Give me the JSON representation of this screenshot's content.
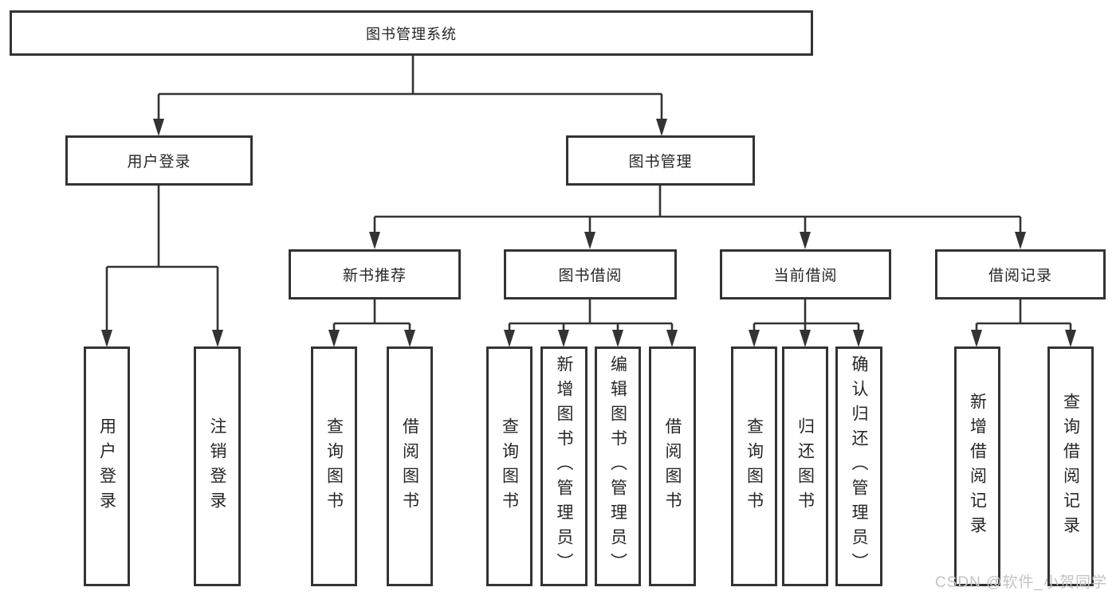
{
  "watermark": {
    "text": "CSDN @软件_小贺同学"
  },
  "tree": {
    "label": "图书管理系统",
    "children": [
      {
        "label": "用户登录",
        "children": [
          {
            "label": "用户登录"
          },
          {
            "label": "注销登录"
          }
        ]
      },
      {
        "label": "图书管理",
        "children": [
          {
            "label": "新书推荐",
            "children": [
              {
                "label": "查询图书"
              },
              {
                "label": "借阅图书"
              }
            ]
          },
          {
            "label": "图书借阅",
            "children": [
              {
                "label": "查询图书"
              },
              {
                "label": "新增图书（管理员）"
              },
              {
                "label": "编辑图书（管理员）"
              },
              {
                "label": "借阅图书"
              }
            ]
          },
          {
            "label": "当前借阅",
            "children": [
              {
                "label": "查询图书"
              },
              {
                "label": "归还图书"
              },
              {
                "label": "确认归还（管理员）"
              }
            ]
          },
          {
            "label": "借阅记录",
            "children": [
              {
                "label": "新增借阅记录"
              },
              {
                "label": "查询借阅记录"
              }
            ]
          }
        ]
      }
    ]
  },
  "colors": {
    "line": "#333333",
    "text": "#262626",
    "watermark": "#c3c3c3",
    "background": "#ffffff"
  }
}
